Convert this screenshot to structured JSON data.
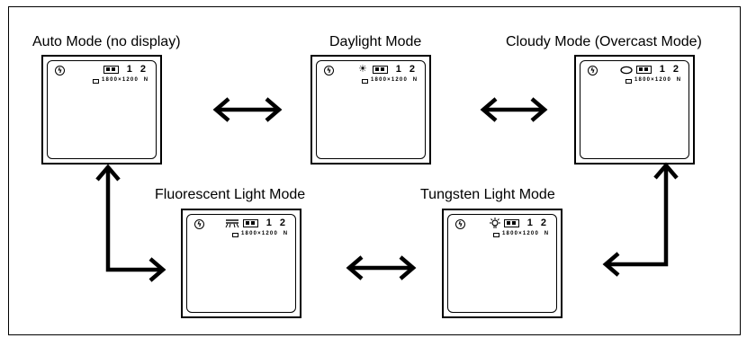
{
  "modes": [
    {
      "label": "Auto Mode (no display)",
      "wb_icon": "none",
      "wb_glyph": "",
      "count": "1 2",
      "resolution": "1800×1200",
      "quality": "N"
    },
    {
      "label": "Daylight Mode",
      "wb_icon": "sun-icon",
      "wb_glyph": "☀",
      "count": "1 2",
      "resolution": "1800×1200",
      "quality": "N"
    },
    {
      "label": "Cloudy Mode (Overcast Mode)",
      "wb_icon": "cloud-icon",
      "wb_glyph": "",
      "count": "1 2",
      "resolution": "1800×1200",
      "quality": "N"
    },
    {
      "label": "Fluorescent Light Mode",
      "wb_icon": "fluorescent-icon",
      "wb_glyph": "",
      "count": "1 2",
      "resolution": "1800×1200",
      "quality": "N"
    },
    {
      "label": "Tungsten Light Mode",
      "wb_icon": "tungsten-bulb-icon",
      "wb_glyph": "",
      "count": "1 2",
      "resolution": "1800×1200",
      "quality": "N"
    }
  ],
  "flash_glyph": "ϟ"
}
